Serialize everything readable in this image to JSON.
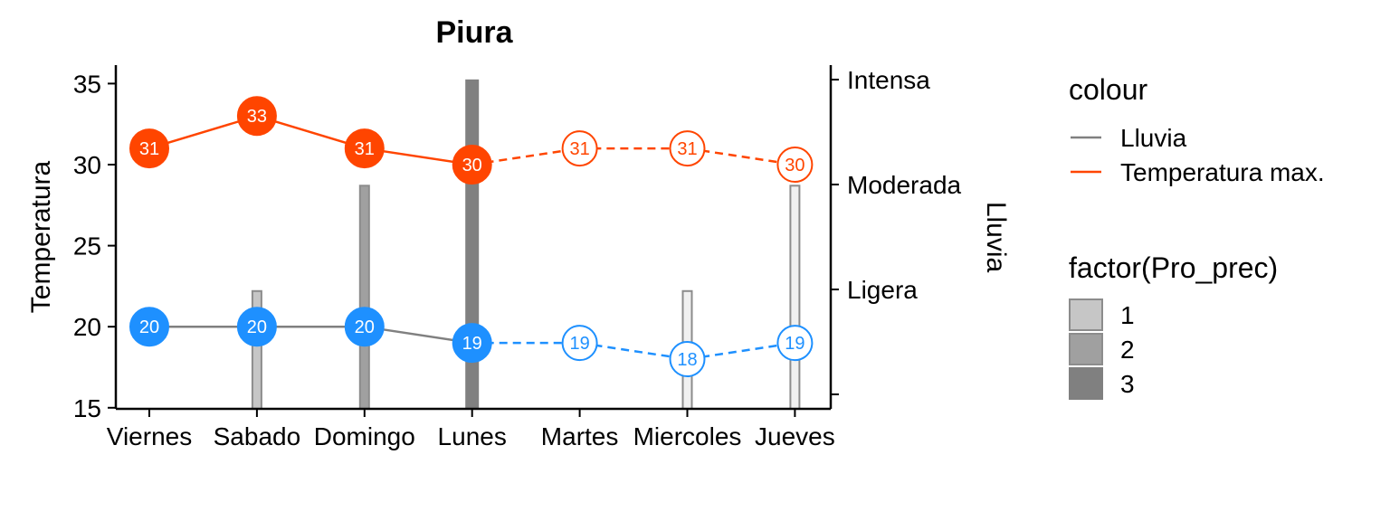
{
  "chart_data": {
    "type": "line",
    "title": "Piura",
    "xlabel": "",
    "ylabel": "Temperatura",
    "y2label": "Lluvia",
    "categories": [
      "Viernes",
      "Sabado",
      "Domingo",
      "Lunes",
      "Martes",
      "Miercoles",
      "Jueves"
    ],
    "ylim": [
      15,
      36
    ],
    "yticks": [
      15,
      20,
      25,
      30,
      35
    ],
    "y2ticks": [
      "Ligera",
      "Moderada",
      "Intensa"
    ],
    "series": [
      {
        "name": "Temperatura max.",
        "color": "#FF4500",
        "values": [
          31,
          33,
          31,
          30,
          31,
          31,
          30
        ],
        "labels": [
          "31",
          "33",
          "31",
          "30",
          "31",
          "31",
          "30"
        ],
        "observed_count": 4
      },
      {
        "name": "Lluvia",
        "color": "#1E90FF",
        "values": [
          20,
          20,
          20,
          19,
          19,
          18,
          19
        ],
        "labels": [
          "20",
          "20",
          "20",
          "19",
          "19",
          "18",
          "19"
        ],
        "observed_count": 4
      }
    ],
    "rain_bars": {
      "values": [
        0,
        22.2,
        28.7,
        35.2,
        0,
        22.2,
        28.7
      ],
      "prob": [
        0,
        1,
        2,
        3,
        0,
        1,
        1
      ],
      "forecast_from_index": 4
    },
    "legends": [
      {
        "title": "colour",
        "entries": [
          {
            "label": "Lluvia",
            "color": "#808080"
          },
          {
            "label": "Temperatura max.",
            "color": "#FF4500"
          }
        ]
      },
      {
        "title": "factor(Pro_prec)",
        "entries": [
          {
            "label": "1",
            "fill": "#C6C6C6",
            "stroke": "#8C8C8C"
          },
          {
            "label": "2",
            "fill": "#A0A0A0",
            "stroke": "#8C8C8C"
          },
          {
            "label": "3",
            "fill": "#808080",
            "stroke": "#808080"
          }
        ]
      }
    ],
    "legend_position": "right",
    "grid": false
  }
}
